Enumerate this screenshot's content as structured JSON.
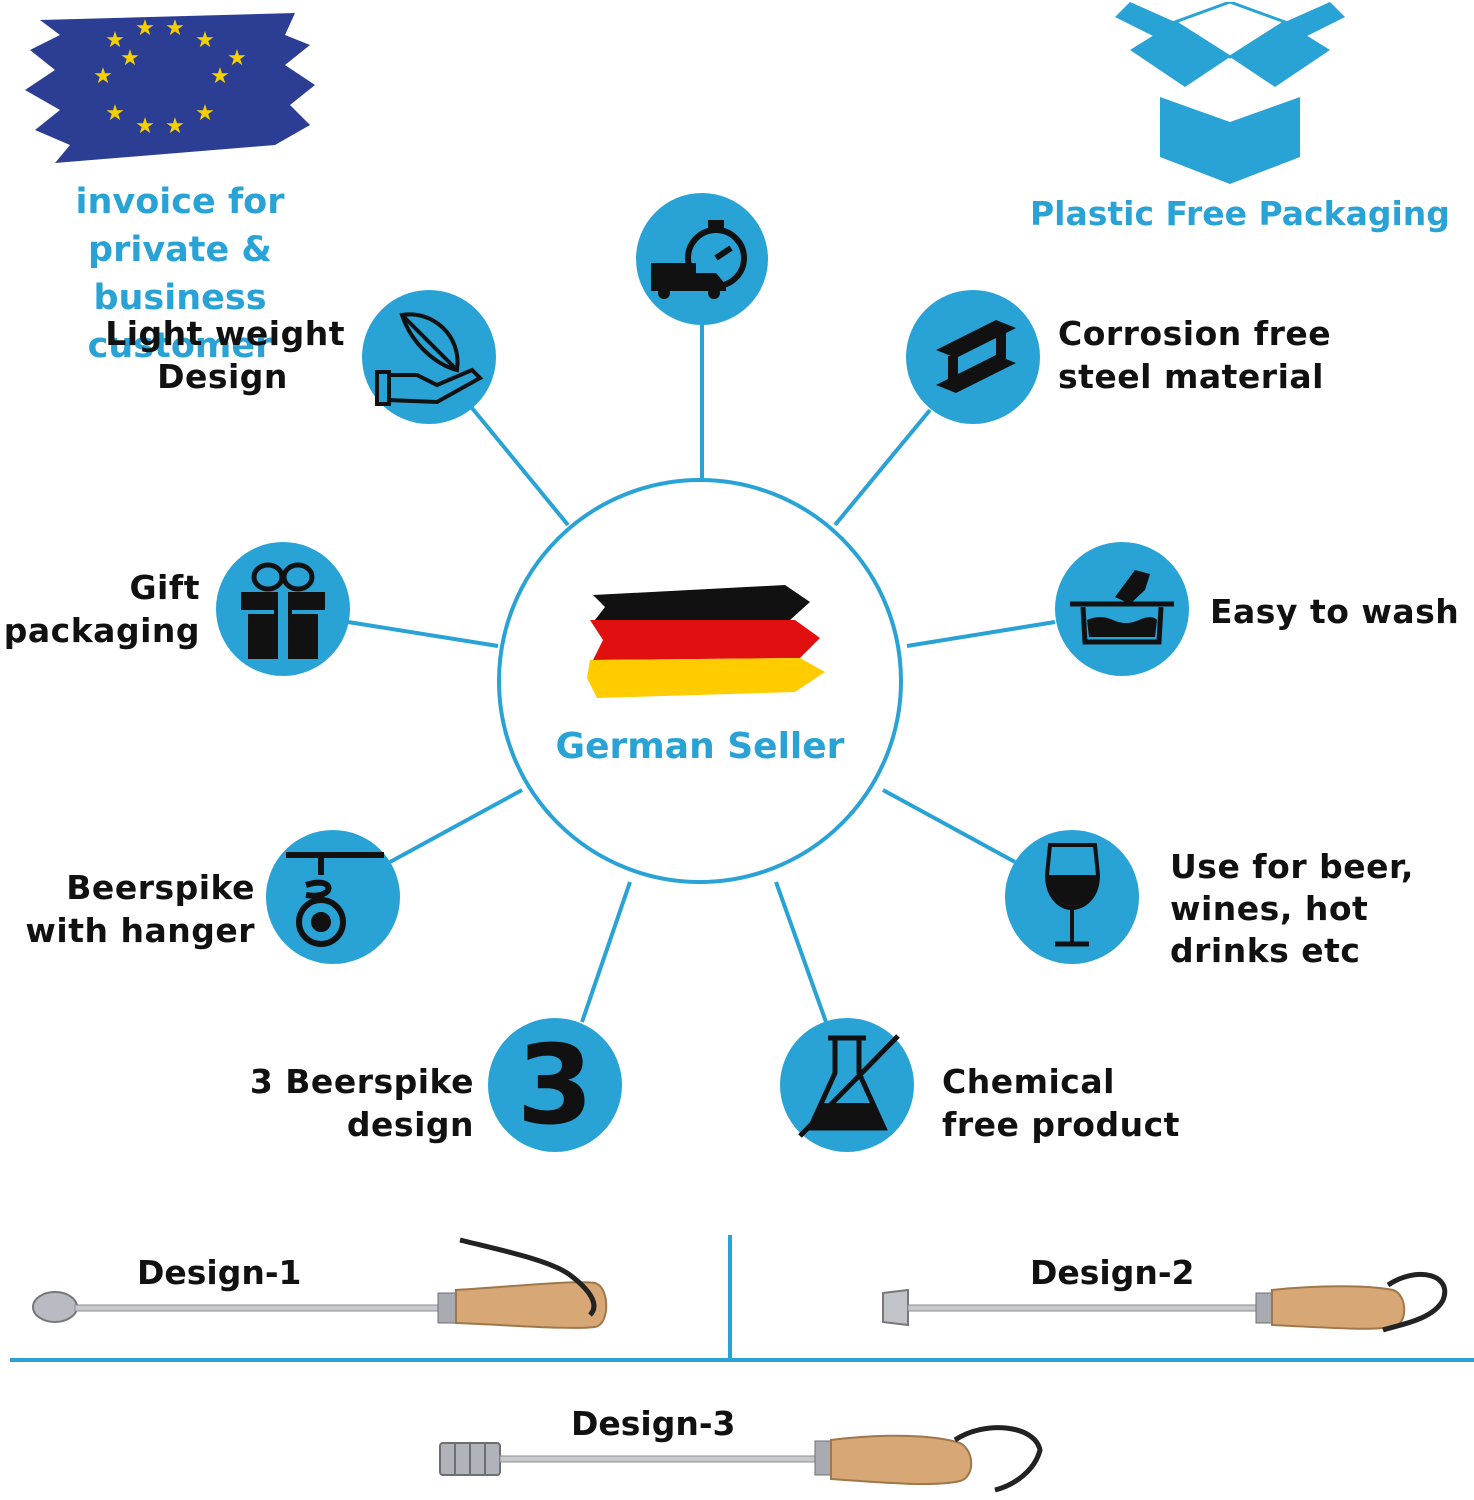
{
  "badges": {
    "invoice_line1": "invoice for private &",
    "invoice_line2": "business customer",
    "plastic_free": "Plastic Free Packaging"
  },
  "center": {
    "label": "German Seller"
  },
  "features": {
    "light_weight": [
      "Light weight",
      "Design"
    ],
    "corrosion": [
      "Corrosion free",
      "steel material"
    ],
    "gift": [
      "Gift",
      "packaging"
    ],
    "wash": [
      "Easy to wash"
    ],
    "hanger": [
      "Beerspike",
      "with hanger"
    ],
    "drinks": [
      "Use for beer,",
      "wines, hot",
      "drinks etc"
    ],
    "designs3": [
      "3 Beerspike",
      "design"
    ],
    "chemical": [
      "Chemical",
      "free product"
    ],
    "number": "3"
  },
  "designs": {
    "d1": "Design-1",
    "d2": "Design-2",
    "d3": "Design-3"
  },
  "colors": {
    "accent": "#29a3d6",
    "text": "#111111"
  },
  "icons": [
    "eu-flag-icon",
    "box-icon",
    "delivery-truck-icon",
    "feather-hand-icon",
    "steel-beam-icon",
    "gift-icon",
    "washing-icon",
    "hanger-icon",
    "wine-glass-icon",
    "number-three-icon",
    "no-chemical-flask-icon",
    "german-flag-icon"
  ]
}
